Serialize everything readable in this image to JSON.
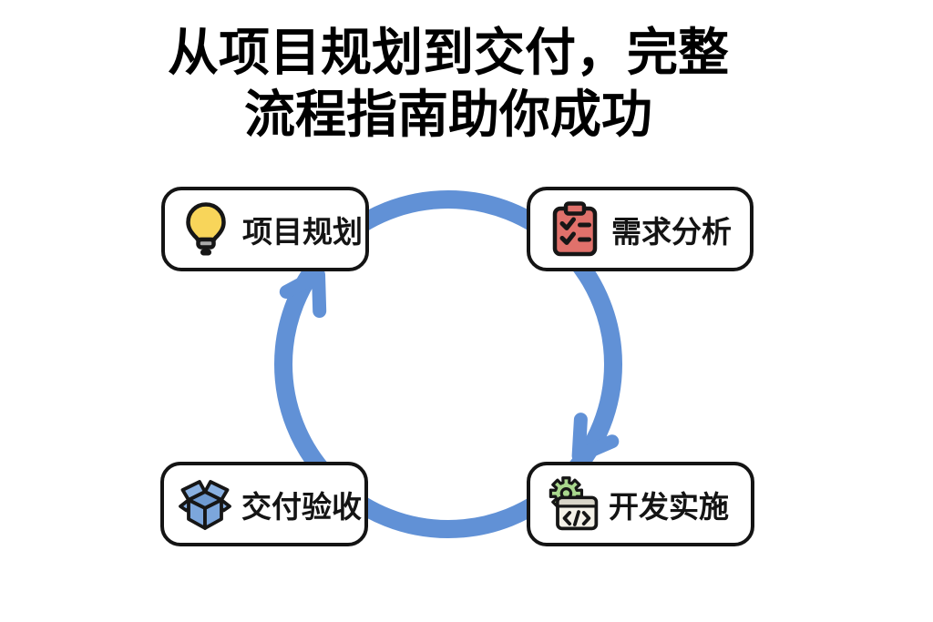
{
  "title": {
    "text": "从项目规划到交付，完整\n流程指南助你成功"
  },
  "cycle": {
    "direction": "clockwise",
    "arrow_color": "#6191d6",
    "steps": [
      {
        "label": "项目规划",
        "icon": "lightbulb-icon",
        "icon_color": "#f8d55a",
        "position": "top-left"
      },
      {
        "label": "需求分析",
        "icon": "clipboard-checklist-icon",
        "icon_color": "#e0716b",
        "position": "top-right"
      },
      {
        "label": "开发实施",
        "icon": "gear-code-window-icon",
        "icon_color": "#a9d78d",
        "position": "bottom-right"
      },
      {
        "label": "交付验收",
        "icon": "open-box-icon",
        "icon_color": "#7ca6dc",
        "position": "bottom-left"
      }
    ]
  }
}
